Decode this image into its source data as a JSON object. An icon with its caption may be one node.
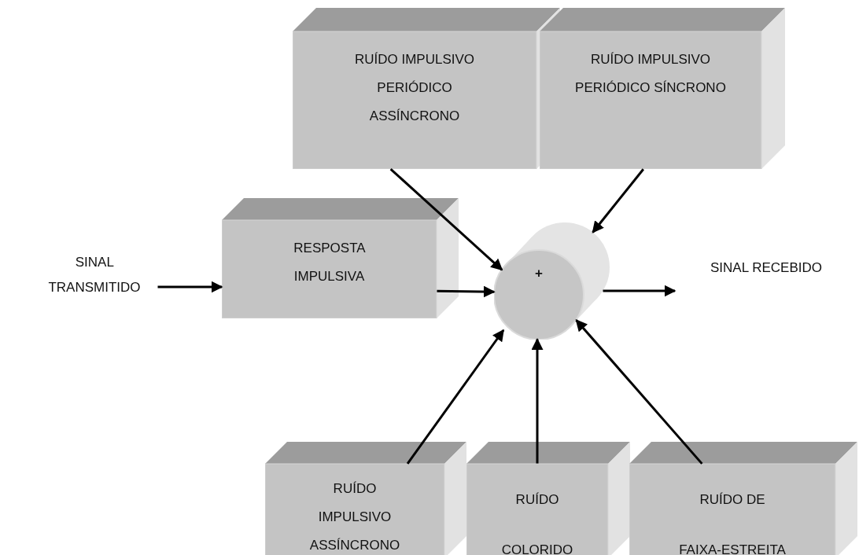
{
  "diagram": {
    "nodes": [
      {
        "text": [
          "RUÍDO IMPULSIVO PERIÓDICO ASSÍNCRONO"
        ]
      },
      {
        "text": [
          "RUÍDO IMPULSIVO PERIÓDICO SÍNCRONO"
        ]
      },
      {
        "text": [
          "SINAL TRANSMITIDO"
        ]
      },
      {
        "text": [
          "RESPOSTA IMPULSIVA"
        ]
      },
      {
        "text": [
          "+"
        ]
      },
      {
        "text": [
          "SINAL RECEBIDO"
        ]
      },
      {
        "text": [
          "RUÍDO IMPULSIVO ASSÍNCRONO"
        ]
      },
      {
        "text": [
          "RUÍDO COLORIDO"
        ]
      },
      {
        "text": [
          "RUÍDO DE FAIXA-ESTREITA"
        ]
      }
    ],
    "edges": [
      {
        "from": 0,
        "to": 4,
        "arrow": "to"
      },
      {
        "from": 1,
        "to": 4,
        "arrow": "to"
      },
      {
        "from": 2,
        "to": 3,
        "arrow": "to"
      },
      {
        "from": 3,
        "to": 4,
        "arrow": "to"
      },
      {
        "from": 4,
        "to": 5,
        "arrow": "to"
      },
      {
        "from": 6,
        "to": 4,
        "arrow": "to"
      },
      {
        "from": 7,
        "to": 4,
        "arrow": "to"
      },
      {
        "from": 8,
        "to": 4,
        "arrow": "to"
      }
    ]
  }
}
